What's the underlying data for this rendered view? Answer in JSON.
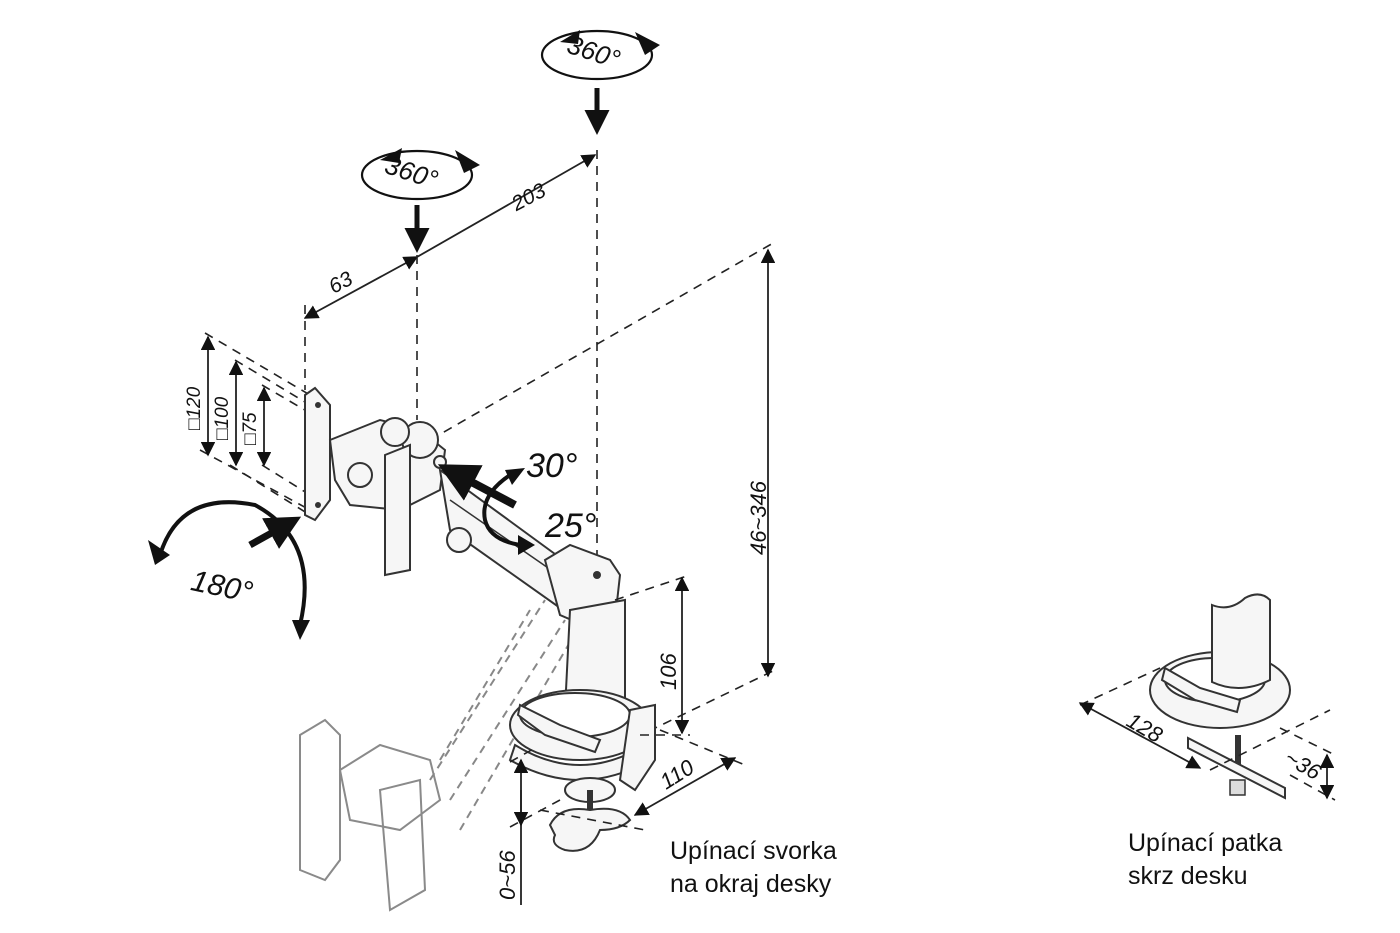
{
  "diagram": {
    "rotation_labels": {
      "top_pivot": "360°",
      "arm_pivot": "360°",
      "tilt": "180°",
      "tilt_up": "30°",
      "tilt_down": "25°"
    },
    "dimensions": {
      "offset_head": "63",
      "arm_length": "203",
      "height_range": "46~346",
      "pole_height": "106",
      "clamp_depth": "110",
      "clamp_range": "0~56",
      "vesa_120": "□120",
      "vesa_100": "□100",
      "vesa_75": "□75",
      "grommet_width": "128",
      "grommet_range": "~36"
    },
    "captions": {
      "clamp_line1": "Upínací svorka",
      "clamp_line2": "na okraj desky",
      "grommet_line1": "Upínací patka",
      "grommet_line2": "skrz desku"
    }
  }
}
